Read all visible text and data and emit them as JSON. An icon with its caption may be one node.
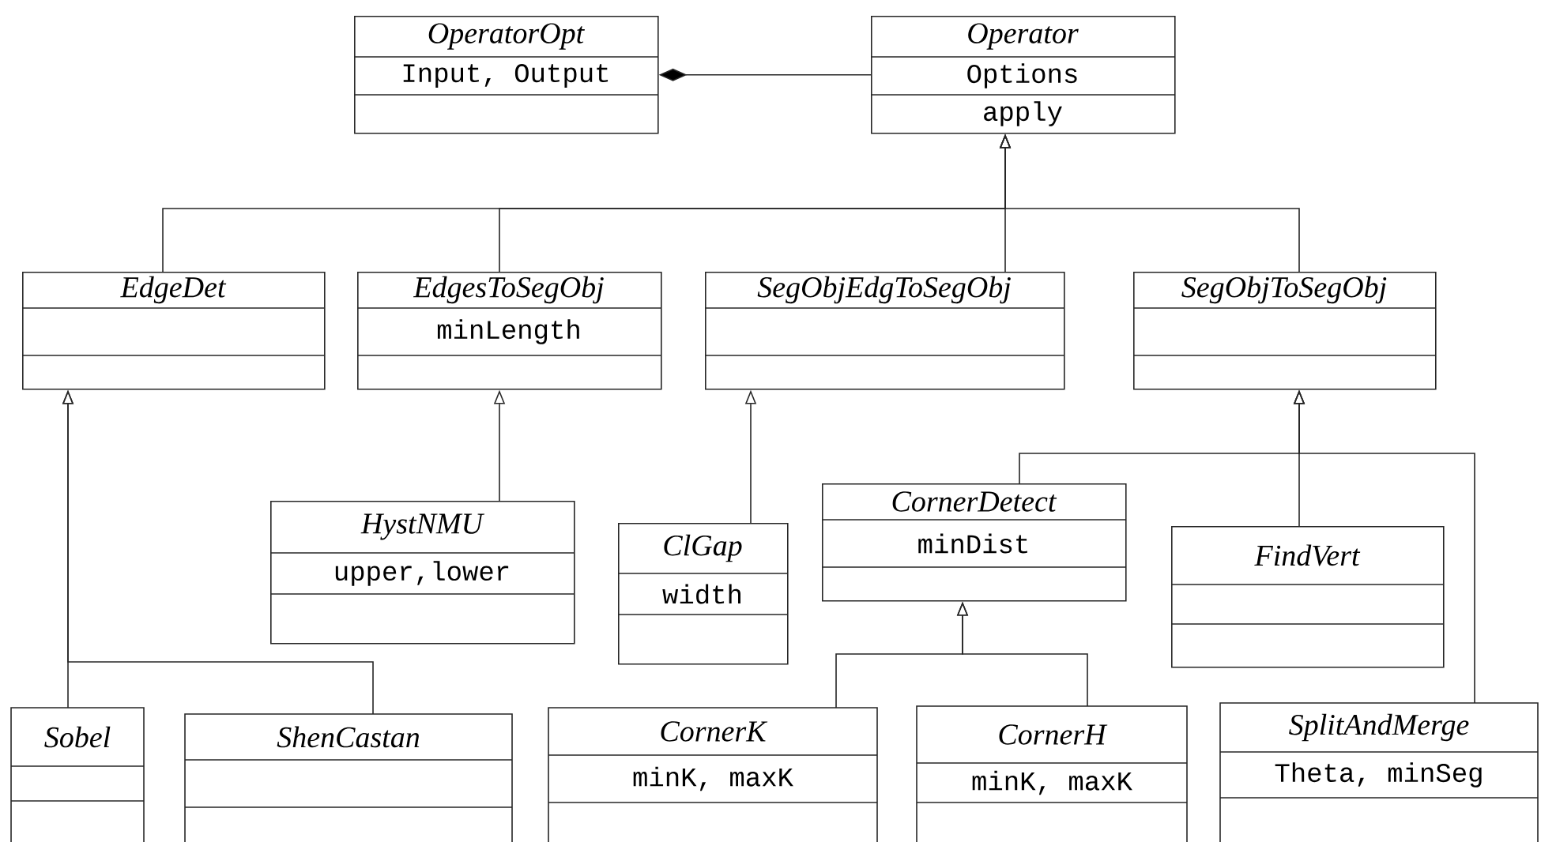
{
  "diagram": {
    "nodes": [
      {
        "text": [
          "OperatorOpt",
          "Input, Output"
        ]
      },
      {
        "text": [
          "Operator",
          "Options",
          "apply"
        ]
      },
      {
        "text": [
          "EdgeDet"
        ]
      },
      {
        "text": [
          "EdgesToSegObj",
          "minLength"
        ]
      },
      {
        "text": [
          "SegObjEdgToSegObj"
        ]
      },
      {
        "text": [
          "SegObjToSegObj"
        ]
      },
      {
        "text": [
          "HystNMU",
          "upper,lower"
        ]
      },
      {
        "text": [
          "ClGap",
          "width"
        ]
      },
      {
        "text": [
          "CornerDetect",
          "minDist"
        ]
      },
      {
        "text": [
          "FindVert"
        ]
      },
      {
        "text": [
          "Sobel"
        ]
      },
      {
        "text": [
          "ShenCastan"
        ]
      },
      {
        "text": [
          "CornerK",
          "minK, maxK"
        ]
      },
      {
        "text": [
          "CornerH",
          "minK, maxK"
        ]
      },
      {
        "text": [
          "SplitAndMerge",
          "Theta, minSeg"
        ]
      }
    ],
    "edges": [
      {
        "from": 1,
        "to": 0,
        "arrow": "other"
      },
      {
        "from": 2,
        "to": 1,
        "arrow": "to"
      },
      {
        "from": 3,
        "to": 1,
        "arrow": "to"
      },
      {
        "from": 4,
        "to": 1,
        "arrow": "to"
      },
      {
        "from": 5,
        "to": 1,
        "arrow": "to"
      },
      {
        "from": 10,
        "to": 2,
        "arrow": "to"
      },
      {
        "from": 11,
        "to": 2,
        "arrow": "to"
      },
      {
        "from": 6,
        "to": 3,
        "arrow": "to"
      },
      {
        "from": 7,
        "to": 4,
        "arrow": "to"
      },
      {
        "from": 8,
        "to": 5,
        "arrow": "to"
      },
      {
        "from": 9,
        "to": 5,
        "arrow": "to"
      },
      {
        "from": 14,
        "to": 5,
        "arrow": "to"
      },
      {
        "from": 12,
        "to": 8,
        "arrow": "to"
      },
      {
        "from": 13,
        "to": 8,
        "arrow": "to"
      }
    ]
  }
}
